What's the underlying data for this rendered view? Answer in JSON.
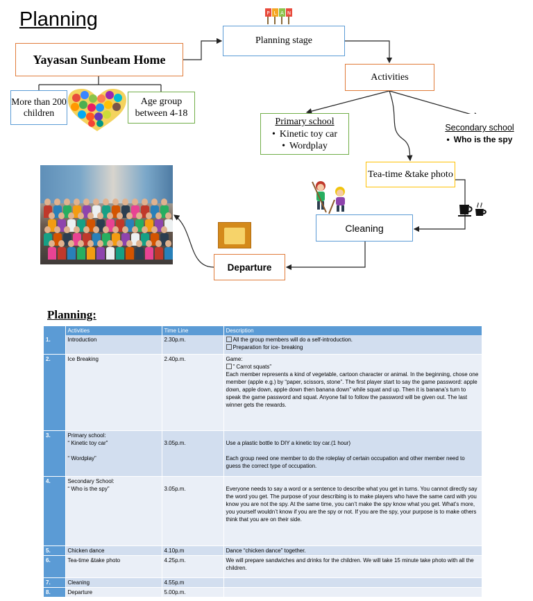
{
  "title": "Planning",
  "flow": {
    "home": "Yayasan Sunbeam Home",
    "children_count": "More than 200 children",
    "age_group": "Age group between 4-18",
    "planning_stage": "Planning stage",
    "activities": "Activities",
    "primary": {
      "heading": "Primary school",
      "items": [
        "Kinetic toy car",
        "Wordplay"
      ]
    },
    "secondary": {
      "heading": "Secondary school",
      "items": [
        "Who is the spy"
      ]
    },
    "tea_time": "Tea-time &take photo",
    "cleaning": "Cleaning",
    "departure": "Departure"
  },
  "icons": {
    "banner": "plan-banner-icon",
    "heart": "children-heart-icon",
    "logo": "sunbeam-logo-icon",
    "cleaning": "cleaning-kids-icon",
    "cups": "coffee-cups-icon",
    "photo": "group-photo"
  },
  "colors": {
    "orange_border": "#e07b39",
    "blue_border": "#5b9bd5",
    "green_border": "#70ad47",
    "yellow_border": "#ffc000",
    "table_header": "#5b9bd5",
    "row_dark": "#d2deef",
    "row_light": "#eaeff7"
  },
  "table": {
    "title": "Planning:",
    "headers": [
      "",
      "Activities",
      "Time Line",
      "Description"
    ],
    "rows": [
      {
        "num": "1.",
        "activity": [
          "Introduction"
        ],
        "time": "2.30p.m.",
        "desc": [
          "All the group members will do a self-introduction.",
          "Preparation for ice- breaking"
        ]
      },
      {
        "num": "2.",
        "activity": [
          "Ice Breaking"
        ],
        "time": "2.40p.m.",
        "desc": [
          "Game:",
          "” Carrot squats”",
          "Each member represents a kind of vegetable, cartoon character or animal. In the beginning, chose one member (apple e.g.) by “paper, scissors, stone”. The first player start to say the game password: apple down, apple down, apple down then banana down” while squat and up. Then it is banana’s turn to speak the game password and squat. Anyone fail to follow the password will be given out. The last winner gets the rewards."
        ]
      },
      {
        "num": "3.",
        "activity": [
          "Primary school:",
          "“ Kinetic toy car”",
          "“ Wordplay”"
        ],
        "time": "3.05p.m.",
        "desc": [
          "Use a plastic bottle to DIY a kinetic toy car.(1 hour)",
          "Each group need one member to do the roleplay of certain occupation and other member need to guess the correct type of occupation."
        ]
      },
      {
        "num": "4.",
        "activity": [
          "Secondary School:",
          "“ Who is the spy”"
        ],
        "time": "3.05p.m.",
        "desc": [
          "Everyone needs to say a word or a sentence to describe what you get in turns. You cannot directly say the word you get. The purpose of your describing is to make players who have the same card with you know you are not the spy. At the same time, you can’t make the spy know what you get. What’s more, you yourself wouldn’t know if you are the spy or not. If you are the spy, your purpose is to make others think that you are on their side."
        ]
      },
      {
        "num": "5.",
        "activity": [
          "Chicken dance"
        ],
        "time": "4.10p.m",
        "desc": [
          "Dance “chicken dance” together."
        ]
      },
      {
        "num": "6.",
        "activity": [
          "Tea-time &take photo"
        ],
        "time": "4.25p.m.",
        "desc": [
          "We will prepare sandwiches and drinks for the children. We will take 15 minute take photo with all the children."
        ]
      },
      {
        "num": "7.",
        "activity": [
          "Cleaning"
        ],
        "time": "4.55p.m",
        "desc": [
          ""
        ]
      },
      {
        "num": "8.",
        "activity": [
          "Departure"
        ],
        "time": "5.00p.m.",
        "desc": [
          ""
        ]
      }
    ]
  }
}
